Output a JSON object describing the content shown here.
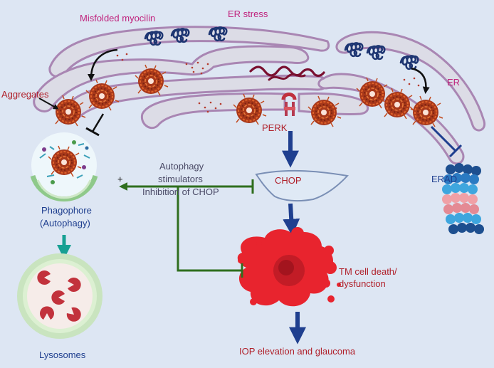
{
  "labels": {
    "misfolded_myocilin": "Misfolded myocilin",
    "er_stress": "ER stress",
    "er": "ER",
    "aggregates": "Aggregates",
    "perk": "PERK",
    "chop": "CHOP",
    "autophagy_line1": "Autophagy",
    "autophagy_line2": "stimulators",
    "inhibition_chop": "Inhibition of CHOP",
    "plus_sign": "+",
    "erad": "ERAD",
    "phagophore_line1": "Phagophore",
    "phagophore_line2": "(Autophagy)",
    "lysosomes": "Lysosomes",
    "tm_line1": "TM cell death/",
    "tm_line2": "dysfunction",
    "iop": "IOP elevation and glaucoma"
  },
  "colors": {
    "background": "#dde6f3",
    "er_outline": "#a986b3",
    "er_fill": "#dcdce6",
    "pink_label": "#c0237d",
    "dark_red_label": "#b0202a",
    "navy_arrow": "#1f3f8f",
    "green_arrow": "#2f6e1e",
    "teal_arrow": "#17a093",
    "death_red": "#e8242e",
    "aggregate_orange": "#c24a1e",
    "protein_navy": "#1d3572"
  },
  "icons": {
    "misfolded_protein": "coil-icon",
    "aggregate": "fibrous-aggregate-icon",
    "proteasome": "proteasome-icon",
    "perk_receptor": "receptor-icon",
    "lysosome": "lysosome-icon"
  }
}
